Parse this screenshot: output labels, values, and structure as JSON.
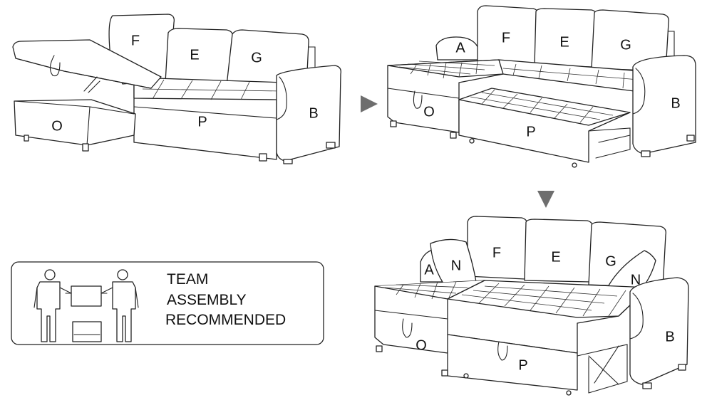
{
  "panel1": {
    "labels": {
      "F": "F",
      "E": "E",
      "G": "G",
      "O": "O",
      "P": "P",
      "B": "B"
    }
  },
  "panel2": {
    "labels": {
      "A": "A",
      "F": "F",
      "E": "E",
      "G": "G",
      "O": "O",
      "P": "P",
      "B": "B"
    }
  },
  "panel3": {
    "labels": {
      "A": "A",
      "N1": "N",
      "F": "F",
      "E": "E",
      "G": "G",
      "N2": "N",
      "O": "O",
      "P": "P",
      "B": "B"
    }
  },
  "notice": {
    "line1": "TEAM",
    "line2": "ASSEMBLY",
    "line3": "RECOMMENDED"
  },
  "colors": {
    "line": "#222222",
    "arrow": "#6e6e6e",
    "background": "#ffffff"
  },
  "icons": {
    "right_arrow": "triangle-right-icon",
    "down_arrow": "triangle-down-icon",
    "team_icon": "two-people-carrying-icon"
  }
}
